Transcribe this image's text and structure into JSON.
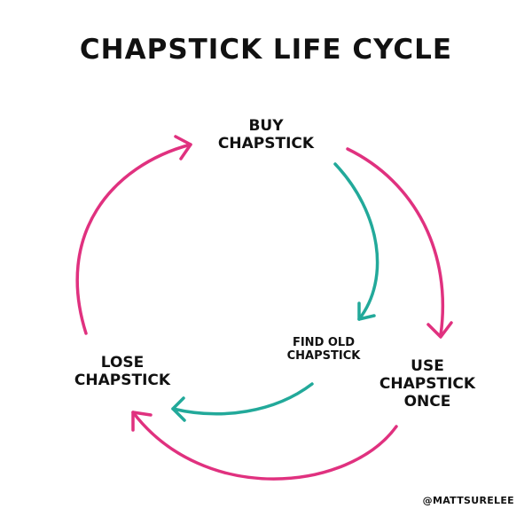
{
  "title": "CHAPSTICK LIFE CYCLE",
  "nodes": {
    "buy": [
      "BUY",
      "CHAPSTICK"
    ],
    "use": [
      "USE",
      "CHAPSTICK",
      "ONCE"
    ],
    "lose": [
      "LOSE",
      "CHAPSTICK"
    ],
    "find": [
      "FIND OLD",
      "CHAPSTICK"
    ]
  },
  "credit": "@MATTSURELEE",
  "colors": {
    "main_cycle": "#e0317f",
    "shortcut": "#22a99a",
    "text": "#111111"
  },
  "edges": [
    {
      "from": "buy",
      "to": "use",
      "color": "main_cycle"
    },
    {
      "from": "use",
      "to": "lose",
      "color": "main_cycle"
    },
    {
      "from": "lose",
      "to": "buy",
      "color": "main_cycle"
    },
    {
      "from": "buy",
      "to": "find",
      "color": "shortcut"
    },
    {
      "from": "find",
      "to": "lose",
      "color": "shortcut"
    }
  ]
}
